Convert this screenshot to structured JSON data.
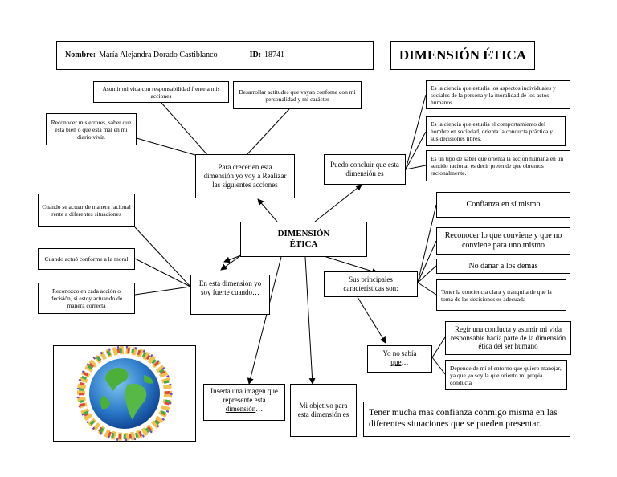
{
  "header": {
    "name_label": "Nombre:",
    "name_value": "María Alejandra Dorado Castiblanco",
    "id_label": "ID:",
    "id_value": "18741"
  },
  "title": "DIMENSIÓN ÉTICA",
  "center": {
    "line1": "DIMENSIÓN",
    "line2": "ÉTICA"
  },
  "nodes": {
    "crecer": "Para crecer en esta dimensión yo voy a Realizar las siguientes acciones",
    "concluir": "Puedo concluir que esta dimensión es",
    "fuerte": "En esta dimensión yo soy fuerte",
    "fuerte_tail": "cuando",
    "fuerte_ellipsis": "…",
    "caracteristicas": "Sus principales características son:",
    "nosabia": "Yo no sabía",
    "nosabia_tail": "que",
    "nosabia_ellipsis": "…",
    "imagen": "Inserta una imagen que represente esta",
    "imagen_tail": "dimensión",
    "imagen_ellipsis": "…",
    "objetivo": "Mi objetivo para esta dimensión es"
  },
  "acciones": [
    "Asumir mi vida con responsabilidad frente a mis acciones",
    "Desarrollar actitudes que vayan confome con mi personalidad y mi carácter",
    "Reconocer mis errores, saber que está bien o que está mal en mi diario vivir."
  ],
  "conclusiones": [
    "Es la ciencia que estudia los aspectos individuales y sociales de la persona y la moralidad de los actos humanos.",
    "Es la ciencia que estudia el comportamiento del hombre en sociedad, orienta la conducta práctica y sus decisiones libres.",
    "Es un tipo de saber que orienta la acción humana en un sentido racional es decir pretende que obremos racionalmente."
  ],
  "fortalezas": [
    "Cuando se actuar de manera racional rente a diferentes situaciones",
    "Cuando actuó conforme a la moral",
    "Reconozco en cada acción o decisión, si estoy actuando de manera correcta"
  ],
  "caracteristicas": [
    "Confianza en sí mismo",
    "Reconocer lo que conviene  y que no conviene para uno mismo",
    "No dañar a los demás",
    "Tener la conciencia clara y tranquila de que la toma de las decisiones es adecuada"
  ],
  "no_sabia": [
    "Regir una conducta y asumir mi vida responsable hacia parte de la dimensión ética del ser humano",
    "Depende de mí el entorno que quiero manejar, ya que yo soy la que oriento mi propia conducta"
  ],
  "objetivo_respuesta": "Tener mucha mas confianza conmigo misma en las diferentes situaciones que se pueden presentar.",
  "image_icon": "globe-children-icon",
  "colors": {
    "line": "#000000",
    "background": "#ffffff"
  }
}
